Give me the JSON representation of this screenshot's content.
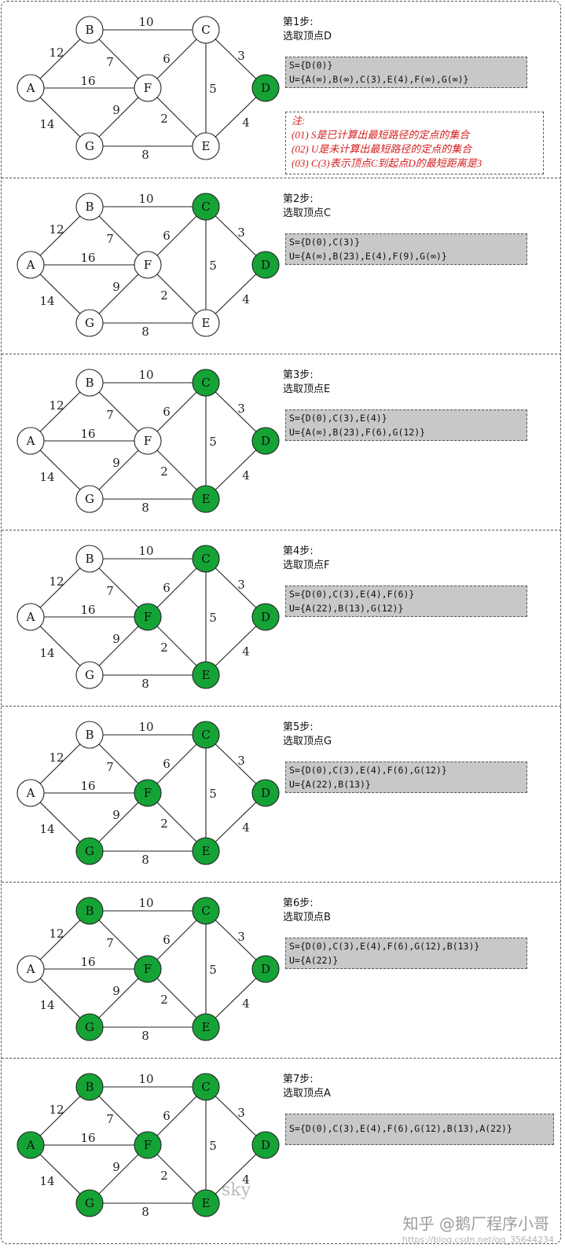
{
  "graph": {
    "nodes": [
      "A",
      "B",
      "C",
      "D",
      "E",
      "F",
      "G"
    ],
    "edges": [
      {
        "from": "A",
        "to": "B",
        "weight": "12"
      },
      {
        "from": "A",
        "to": "F",
        "weight": "16"
      },
      {
        "from": "A",
        "to": "G",
        "weight": "14"
      },
      {
        "from": "B",
        "to": "C",
        "weight": "10"
      },
      {
        "from": "B",
        "to": "F",
        "weight": "7"
      },
      {
        "from": "C",
        "to": "F",
        "weight": "6"
      },
      {
        "from": "C",
        "to": "D",
        "weight": "3"
      },
      {
        "from": "C",
        "to": "E",
        "weight": "5"
      },
      {
        "from": "F",
        "to": "G",
        "weight": "9"
      },
      {
        "from": "F",
        "to": "E",
        "weight": "2"
      },
      {
        "from": "G",
        "to": "E",
        "weight": "8"
      },
      {
        "from": "E",
        "to": "D",
        "weight": "4"
      }
    ],
    "selected_color": "#15a336",
    "default_color": "#ffffff"
  },
  "steps": [
    {
      "title": "第1步:",
      "subtitle": "选取顶点D",
      "s_line": "S={D(0)}",
      "u_line": "U={A(∞),B(∞),C(3),E(4),F(∞),G(∞)}",
      "selected": [
        "D"
      ]
    },
    {
      "title": "第2步:",
      "subtitle": "选取顶点C",
      "s_line": "S={D(0),C(3)}",
      "u_line": "U={A(∞),B(23),E(4),F(9),G(∞)}",
      "selected": [
        "D",
        "C"
      ]
    },
    {
      "title": "第3步:",
      "subtitle": "选取顶点E",
      "s_line": "S={D(0),C(3),E(4)}",
      "u_line": "U={A(∞),B(23),F(6),G(12)}",
      "selected": [
        "D",
        "C",
        "E"
      ]
    },
    {
      "title": "第4步:",
      "subtitle": "选取顶点F",
      "s_line": "S={D(0),C(3),E(4),F(6)}",
      "u_line": "U={A(22),B(13),G(12)}",
      "selected": [
        "D",
        "C",
        "E",
        "F"
      ]
    },
    {
      "title": "第5步:",
      "subtitle": "选取顶点G",
      "s_line": "S={D(0),C(3),E(4),F(6),G(12)}",
      "u_line": "U={A(22),B(13)}",
      "selected": [
        "D",
        "C",
        "E",
        "F",
        "G"
      ]
    },
    {
      "title": "第6步:",
      "subtitle": "选取顶点B",
      "s_line": "S={D(0),C(3),E(4),F(6),G(12),B(13)}",
      "u_line": "U={A(22)}",
      "selected": [
        "D",
        "C",
        "E",
        "F",
        "G",
        "B"
      ]
    },
    {
      "title": "第7步:",
      "subtitle": "选取顶点A",
      "s_line": "S={D(0),C(3),E(4),F(6),G(12),B(13),A(22)}",
      "u_line": "",
      "selected": [
        "D",
        "C",
        "E",
        "F",
        "G",
        "B",
        "A"
      ]
    }
  ],
  "note": {
    "title": "注:",
    "lines": [
      "(01) S是已计算出最短路径的定点的集合",
      "(02) U是未计算出最短路径的定点的集合",
      "(03) C(3)表示顶点C到起点D的最短距离是3"
    ]
  },
  "watermark": {
    "text": "知乎 @鹅厂程序小哥",
    "url": "https://blog.csdn.net/qq_35644234",
    "sky": "sky"
  }
}
